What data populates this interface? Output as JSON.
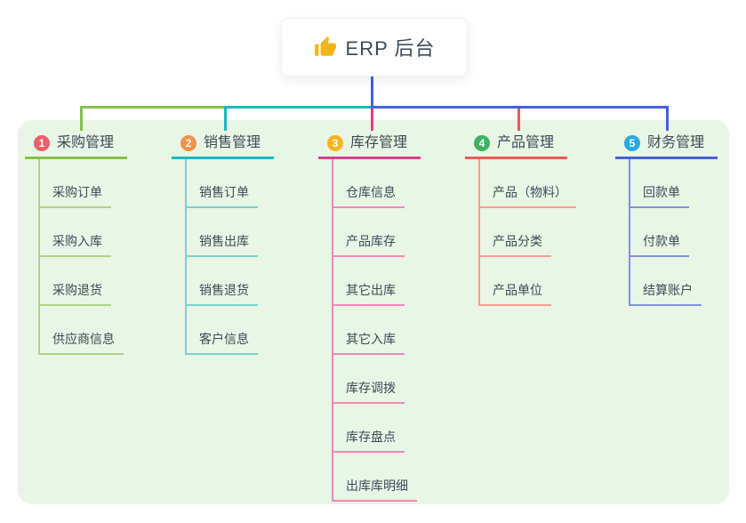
{
  "root": {
    "title": "ERP 后台",
    "icon": "thumbs-up-icon",
    "icon_color": "#f2b31b",
    "connector_color": "#4560dd",
    "text_color": "#3d4b57"
  },
  "panel": {
    "background": "#e9f5e5"
  },
  "branches": [
    {
      "num": "1",
      "label": "采购管理",
      "circle_color": "#ec5f6d",
      "line_color": "#85c04d",
      "sub_line_color": "#aed389",
      "children": [
        "采购订单",
        "采购入库",
        "采购退货",
        "供应商信息"
      ]
    },
    {
      "num": "2",
      "label": "销售管理",
      "circle_color": "#f0934c",
      "line_color": "#1ab9bf",
      "sub_line_color": "#79d3cc",
      "children": [
        "销售订单",
        "销售出库",
        "销售退货",
        "客户信息"
      ]
    },
    {
      "num": "3",
      "label": "库存管理",
      "circle_color": "#f6b51e",
      "line_color": "#dd3f8e",
      "sub_line_color": "#f08ab8",
      "children": [
        "仓库信息",
        "产品库存",
        "其它出库",
        "其它入库",
        "库存调拨",
        "库存盘点",
        "出库库明细"
      ]
    },
    {
      "num": "4",
      "label": "产品管理",
      "circle_color": "#3eb360",
      "line_color": "#f25752",
      "sub_line_color": "#f79e96",
      "children": [
        "产品（物料）",
        "产品分类",
        "产品单位"
      ]
    },
    {
      "num": "5",
      "label": "财务管理",
      "circle_color": "#2ca8dd",
      "line_color": "#4560dd",
      "sub_line_color": "#8093d8",
      "children": [
        "回款单",
        "付款单",
        "结算账户"
      ]
    }
  ]
}
